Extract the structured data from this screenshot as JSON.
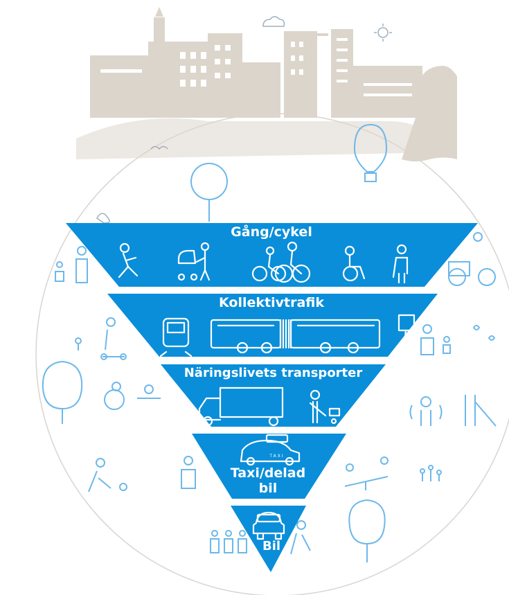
{
  "colors": {
    "tier_fill": "#0a8ed9",
    "icon_line_white": "#ffffff",
    "icon_line_blue": "#6cb8ea",
    "city_beige": "#dcd5cc",
    "circle_outline": "#d9d4ce",
    "background": "#ffffff"
  },
  "tiers": [
    {
      "label": "Gång/cykel"
    },
    {
      "label": "Kollektivtrafik"
    },
    {
      "label": "Näringslivets transporter"
    },
    {
      "label_line1": "Taxi/delad",
      "label_line2": "bil",
      "taxi_sign": "TAXI"
    },
    {
      "label": "Bil"
    }
  ],
  "icons": {
    "tier1": [
      "walking-person-icon",
      "running-person-icon",
      "stroller-icon",
      "cyclists-icon",
      "wheelchair-icon",
      "elderly-person-icon"
    ],
    "tier2": [
      "train-icon",
      "bus-icon",
      "bus-stop-icon"
    ],
    "tier3": [
      "truck-icon",
      "delivery-person-icon"
    ],
    "tier4": [
      "taxi-icon"
    ],
    "tier5": [
      "car-icon"
    ]
  }
}
